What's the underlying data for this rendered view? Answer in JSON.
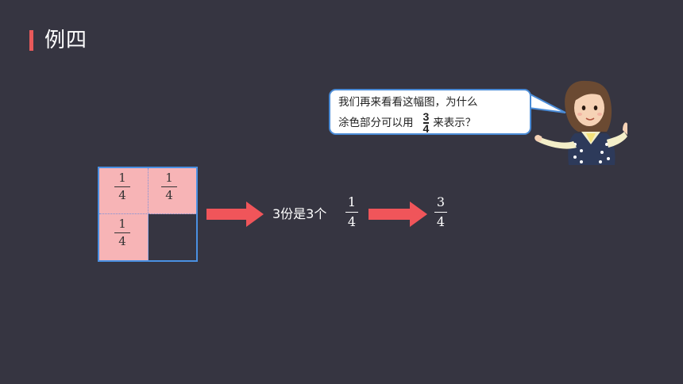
{
  "title": "例四",
  "bubble": {
    "line1": "我们再来看看这幅图，为什么",
    "line2_before": "涂色部分可以用",
    "fraction_num": "3",
    "fraction_den": "4",
    "line2_after": "来表示？"
  },
  "grid": {
    "cells": [
      {
        "num": "1",
        "den": "4"
      },
      {
        "num": "1",
        "den": "4"
      },
      {
        "num": "1",
        "den": "4"
      }
    ],
    "shaded_color": "#f7b4b6",
    "border_color": "#4a90e2"
  },
  "middle": {
    "text": "3份是3个",
    "num": "1",
    "den": "4"
  },
  "result": {
    "num": "3",
    "den": "4"
  },
  "colors": {
    "background": "#363541",
    "accent": "#e8595a",
    "arrow": "#f0555a"
  }
}
